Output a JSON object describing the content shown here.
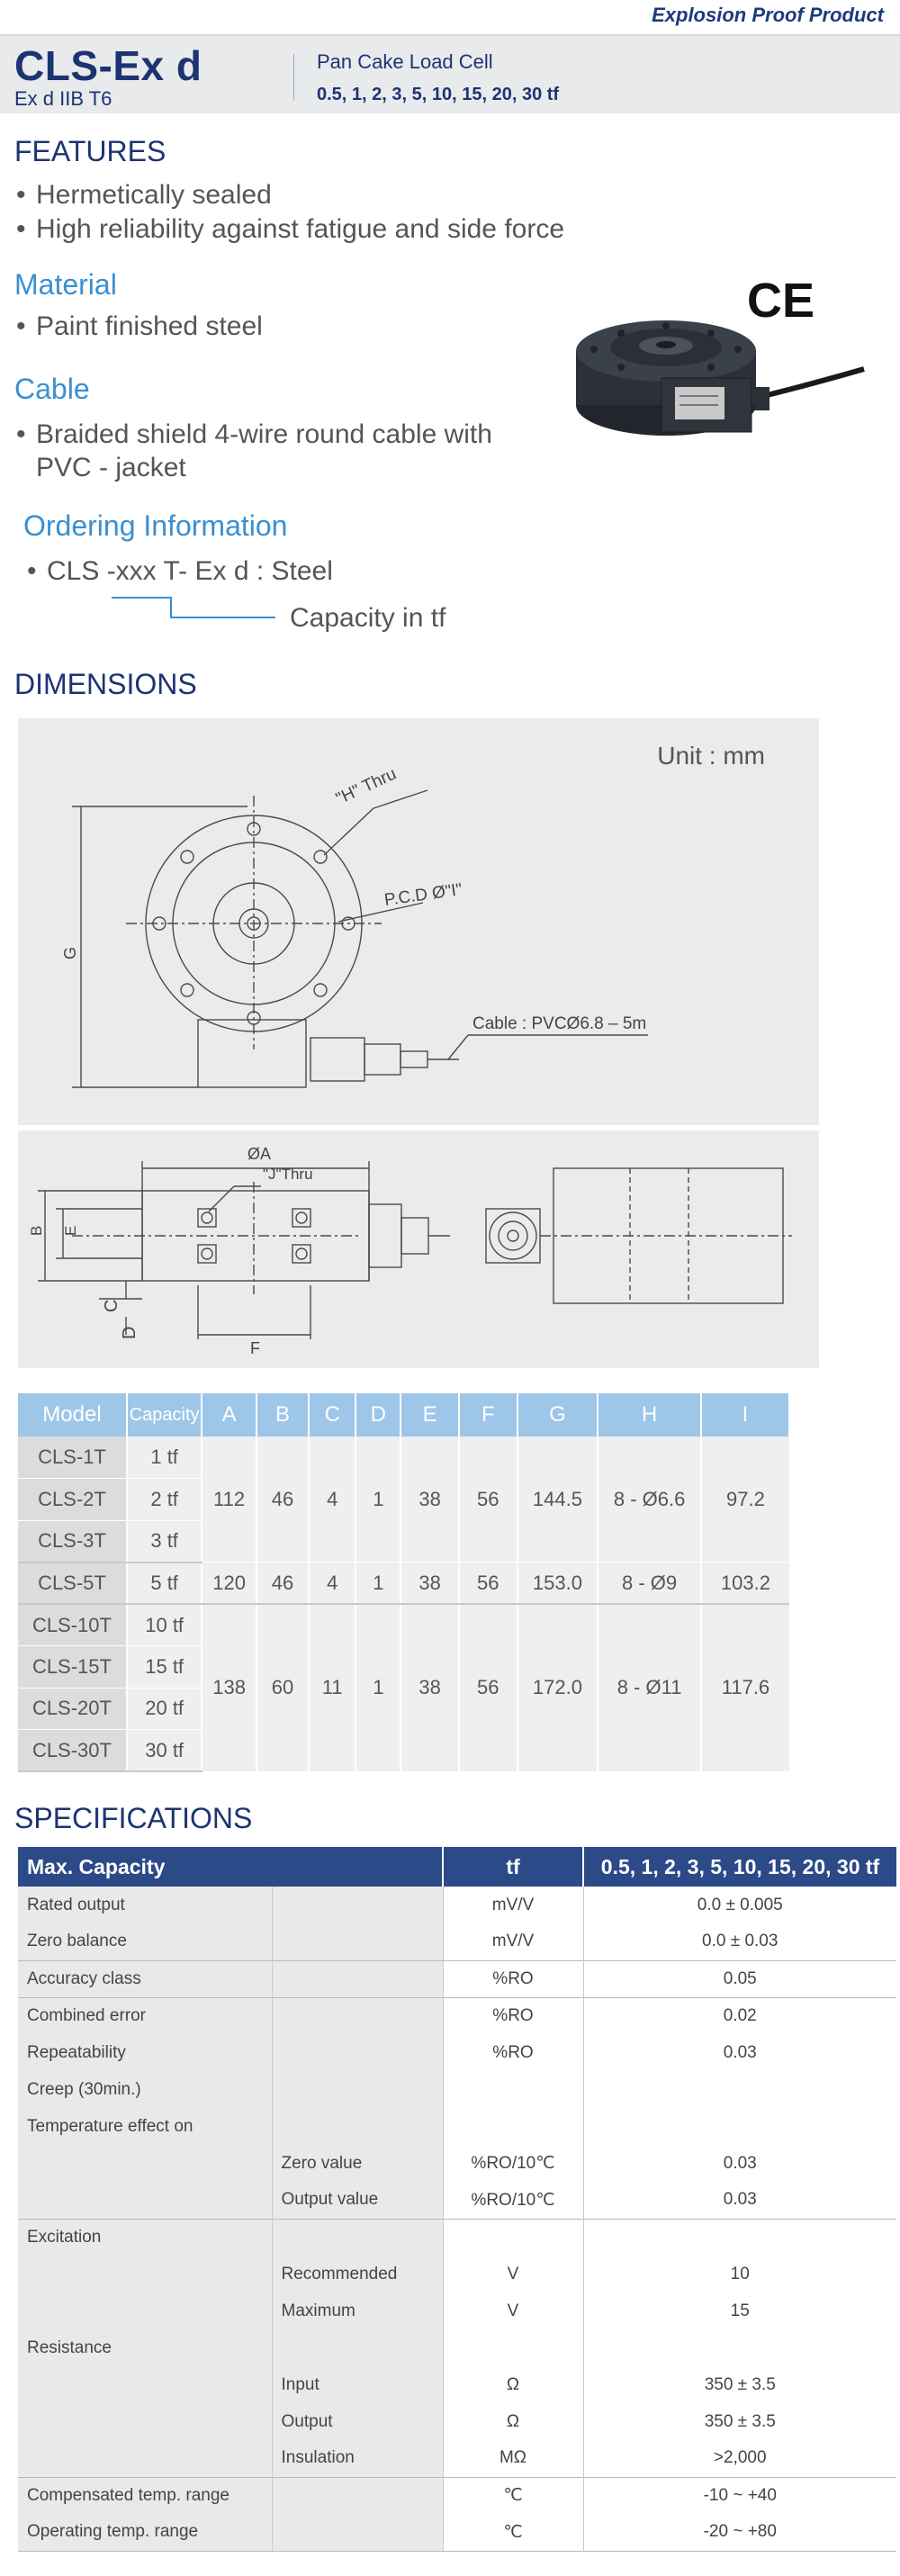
{
  "header": {
    "banner": "Explosion Proof Product",
    "model": "CLS-Ex d",
    "model_sub": "Ex d IIB T6",
    "type": "Pan Cake Load Cell",
    "capacities": "0.5, 1, 2, 3, 5, 10, 15, 20, 30 tf"
  },
  "features": {
    "title": "FEATURES",
    "items": [
      "Hermetically sealed",
      "High reliability against fatigue and side force"
    ]
  },
  "material": {
    "title": "Material",
    "items": [
      "Paint finished steel"
    ]
  },
  "cable": {
    "title": "Cable",
    "line1": "Braided shield 4-wire round cable with",
    "line2": "PVC - jacket"
  },
  "ordering": {
    "title": "Ordering Information",
    "item": "CLS -xxx T- Ex d : Steel",
    "note": "Capacity in tf"
  },
  "product": {
    "mark": "CE"
  },
  "dimensions": {
    "title": "DIMENSIONS",
    "unit": "Unit : mm",
    "labels": {
      "h": "\"H\" Thru",
      "pcd": "P.C.D Ø\"I\"",
      "cable": "Cable : PVCØ6.8 – 5m",
      "g": "G",
      "oa": "ØA",
      "j": "\"J\"Thru",
      "b": "B",
      "e": "E",
      "c": "C",
      "d": "D",
      "f": "F"
    },
    "table": {
      "headers": [
        "Model",
        "Capacity",
        "A",
        "B",
        "C",
        "D",
        "E",
        "F",
        "G",
        "H",
        "I"
      ],
      "groups": [
        {
          "models": [
            [
              "CLS-1T",
              "1 tf"
            ],
            [
              "CLS-2T",
              "2 tf"
            ],
            [
              "CLS-3T",
              "3 tf"
            ]
          ],
          "values": [
            "112",
            "46",
            "4",
            "1",
            "38",
            "56",
            "144.5",
            "8 - Ø6.6",
            "97.2"
          ]
        },
        {
          "models": [
            [
              "CLS-5T",
              "5 tf"
            ]
          ],
          "values": [
            "120",
            "46",
            "4",
            "1",
            "38",
            "56",
            "153.0",
            "8 - Ø9",
            "103.2"
          ]
        },
        {
          "models": [
            [
              "CLS-10T",
              "10 tf"
            ],
            [
              "CLS-15T",
              "15 tf"
            ],
            [
              "CLS-20T",
              "20 tf"
            ],
            [
              "CLS-30T",
              "30 tf"
            ]
          ],
          "values": [
            "138",
            "60",
            "11",
            "1",
            "38",
            "56",
            "172.0",
            "8 - Ø11",
            "117.6"
          ]
        }
      ]
    }
  },
  "specs": {
    "title": "SPECIFICATIONS",
    "head": [
      "Max. Capacity",
      "tf",
      "0.5, 1, 2, 3, 5, 10, 15, 20, 30 tf"
    ],
    "rows": [
      {
        "l1": "Rated output",
        "l2": "",
        "unit": "mV/V",
        "value": "0.0 ± 0.005",
        "sep": false
      },
      {
        "l1": "Zero balance",
        "l2": "",
        "unit": "mV/V",
        "value": "0.0 ± 0.03",
        "sep": false
      },
      {
        "l1": "Accuracy class",
        "l2": "",
        "unit": "%RO",
        "value": "0.05",
        "sep": true
      },
      {
        "l1": "Combined error",
        "l2": "",
        "unit": "%RO",
        "value": "0.02",
        "sep": true
      },
      {
        "l1": "Repeatability",
        "l2": "",
        "unit": "%RO",
        "value": "0.03",
        "sep": false
      },
      {
        "l1": "Creep (30min.)",
        "l2": "",
        "unit": "",
        "value": "",
        "sep": false
      },
      {
        "l1": "Temperature effect on",
        "l2": "",
        "unit": "",
        "value": "",
        "sep": false
      },
      {
        "l1": "",
        "l2": "Zero value",
        "unit": "%RO/10℃",
        "value": "0.03",
        "sep": false
      },
      {
        "l1": "",
        "l2": "Output  value",
        "unit": "%RO/10℃",
        "value": "0.03",
        "sep": false
      },
      {
        "l1": "Excitation",
        "l2": "",
        "unit": "",
        "value": "",
        "sep": true
      },
      {
        "l1": "",
        "l2": "Recommended",
        "unit": "V",
        "value": "10",
        "sep": false
      },
      {
        "l1": "",
        "l2": "Maximum",
        "unit": "V",
        "value": "15",
        "sep": false
      },
      {
        "l1": "Resistance",
        "l2": "",
        "unit": "",
        "value": "",
        "sep": false
      },
      {
        "l1": "",
        "l2": "Input",
        "unit": "Ω",
        "value": "350 ± 3.5",
        "sep": false
      },
      {
        "l1": "",
        "l2": "Output",
        "unit": "Ω",
        "value": "350 ± 3.5",
        "sep": false
      },
      {
        "l1": "",
        "l2": "Insulation",
        "unit": "MΩ",
        "value": ">2,000",
        "sep": false
      },
      {
        "l1": "Compensated temp. range",
        "l2": "",
        "unit": "℃",
        "value": "-10 ~ +40",
        "sep": true
      },
      {
        "l1": "Operating temp. range",
        "l2": "",
        "unit": "℃",
        "value": "-20 ~ +80",
        "sep": false
      }
    ]
  }
}
